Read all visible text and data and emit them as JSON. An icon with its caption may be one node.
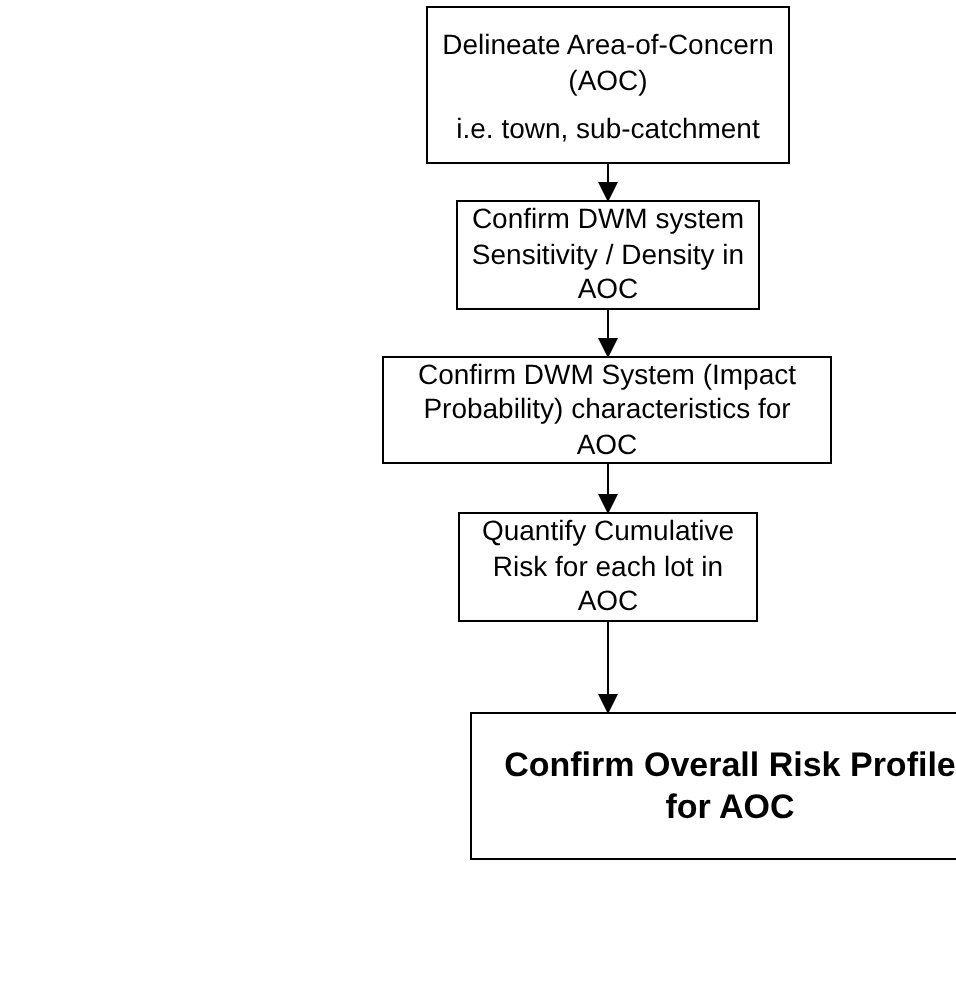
{
  "diagram": {
    "nodes": [
      {
        "text": [
          "Delineate Area-of-Concern (AOC)",
          "i.e. town, sub-catchment"
        ]
      },
      {
        "text": [
          "Confirm DWM system Sensitivity / Density in AOC"
        ]
      },
      {
        "text": [
          "Confirm DWM System (Impact Probability) characteristics for AOC"
        ]
      },
      {
        "text": [
          "Quantify Cumulative Risk for each lot in AOC"
        ]
      },
      {
        "text": [
          "Confirm Overall Risk Profile for AOC"
        ]
      }
    ],
    "edges": [
      {
        "from": 0,
        "to": 1,
        "arrow": "to"
      },
      {
        "from": 1,
        "to": 2,
        "arrow": "to"
      },
      {
        "from": 2,
        "to": 3,
        "arrow": "to"
      },
      {
        "from": 3,
        "to": 4,
        "arrow": "to"
      }
    ]
  }
}
